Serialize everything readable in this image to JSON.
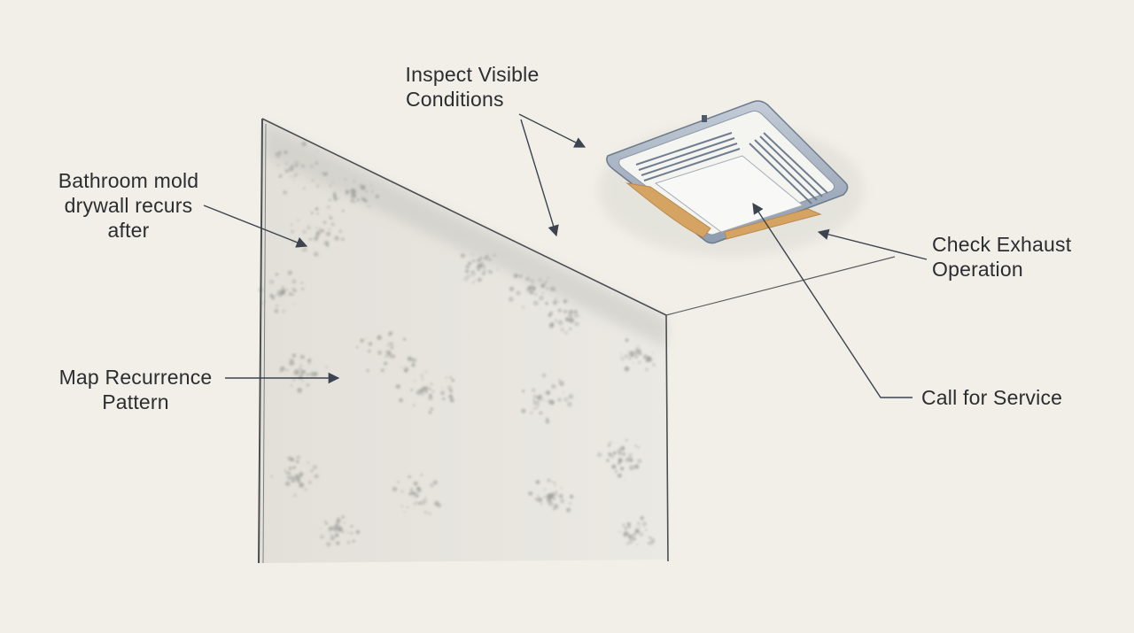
{
  "callouts": {
    "inspect": {
      "line1": "Inspect Visible",
      "line2": "Conditions"
    },
    "bathroom": {
      "line1": "Bathroom mold",
      "line2": "drywall recurs",
      "line3": "after"
    },
    "map": {
      "line1": "Map Recurrence",
      "line2": "Pattern"
    },
    "exhaust": {
      "line1": "Check Exhaust",
      "line2": "Operation"
    },
    "service": {
      "line1": "Call for Service"
    }
  },
  "colors": {
    "background": "#f1efe8",
    "ink": "#2b2d30",
    "wall": "#e6e4dd",
    "mold": "#9d9e9a",
    "fan_frame": "#a7b4c4",
    "fan_body": "#f4f4f1",
    "fan_accent": "#d6a462",
    "arrow": "#3d4450"
  },
  "icons": {
    "arrowhead": "filled-triangle-arrowhead",
    "fan": "ceiling-exhaust-fan"
  }
}
